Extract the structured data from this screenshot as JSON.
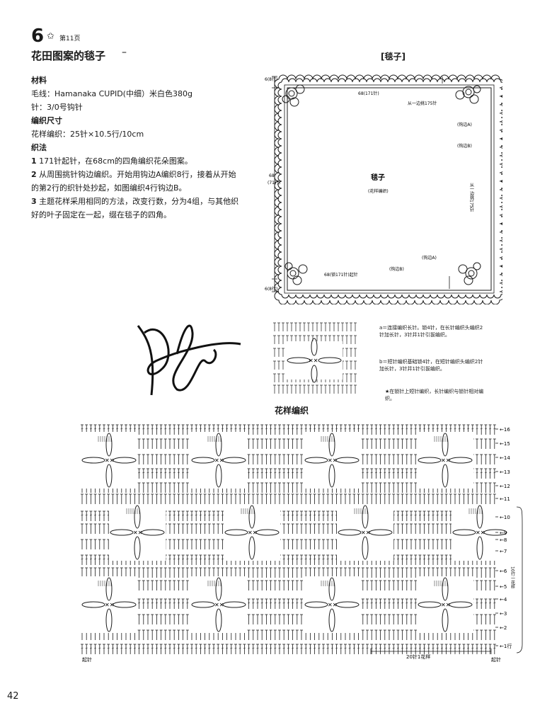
{
  "header": {
    "pattern_number": "6",
    "star": "✩",
    "page_ref": "第11页",
    "title": "花田图案的毯子"
  },
  "materials": {
    "heading": "材料",
    "yarn": "毛线：Hamanaka CUPID(中细）米白色380g",
    "hook": "针：3/0号钩针"
  },
  "gauge": {
    "heading": "编织尺寸",
    "value": "花样编织：25针×10.5行/10cm"
  },
  "method": {
    "heading": "织法",
    "steps": [
      {
        "num": "1",
        "text": "171针起针，在68cm的四角编织花朵图案。"
      },
      {
        "num": "2",
        "text": "从周围挑针钩边编织。开始用钩边A编织8行，接着从开始的第2行的织针处抄起，如图编织4行钩边B。"
      },
      {
        "num": "3",
        "text": "主题花样采用相同的方法，改变行数，分为4组，与其他织好的叶子固定在一起，缀在毯子的四角。"
      }
    ]
  },
  "blanket_diagram": {
    "label": "[毯子]",
    "center_title": "毯子",
    "center_sub": "(花样编织)",
    "top_label": "68(171针)",
    "pickup_top": "从一边挑175针",
    "edge_a": "(钩边A)",
    "edge_b": "(钩边B)",
    "pickup_right": "从一边挑175针",
    "height_label": "68",
    "height_rows": "(71行)",
    "border_rows_top": "6(8行)",
    "border_rows_bottom": "6(8行)",
    "bottom_start": "68(锁171针)起针",
    "edge_b_bottom": "(钩边B)",
    "edge_a_bottom": "(钩边A)"
  },
  "legend": {
    "a_mark": "a",
    "a_text": "＝连接编织长针。锁4针，在长针编织头编织2针加长针，3针并1针引拔编织。",
    "b_mark": "b",
    "b_text": "＝短针编织基础锁4针，在短针编织头编织2针加长针，3针并1针引拔编织。",
    "c_text": "★在锁针上短针编织，长针编织与锁针相对编织。"
  },
  "stitch_chart": {
    "title": "花样编织",
    "rows_top": [
      "16",
      "15",
      "14",
      "13",
      "12",
      "11"
    ],
    "rows_mid": [
      "10",
      "9",
      "8",
      "7",
      "6"
    ],
    "rows_bottom": [
      "5",
      "4",
      "3",
      "2",
      "1行"
    ],
    "side_note": "10行一花样",
    "start_left": "起针",
    "start_right": "起针",
    "repeat": "20针1花样"
  },
  "page_number": "42",
  "colors": {
    "ink": "#1a1a1a",
    "paper": "#ffffff"
  }
}
